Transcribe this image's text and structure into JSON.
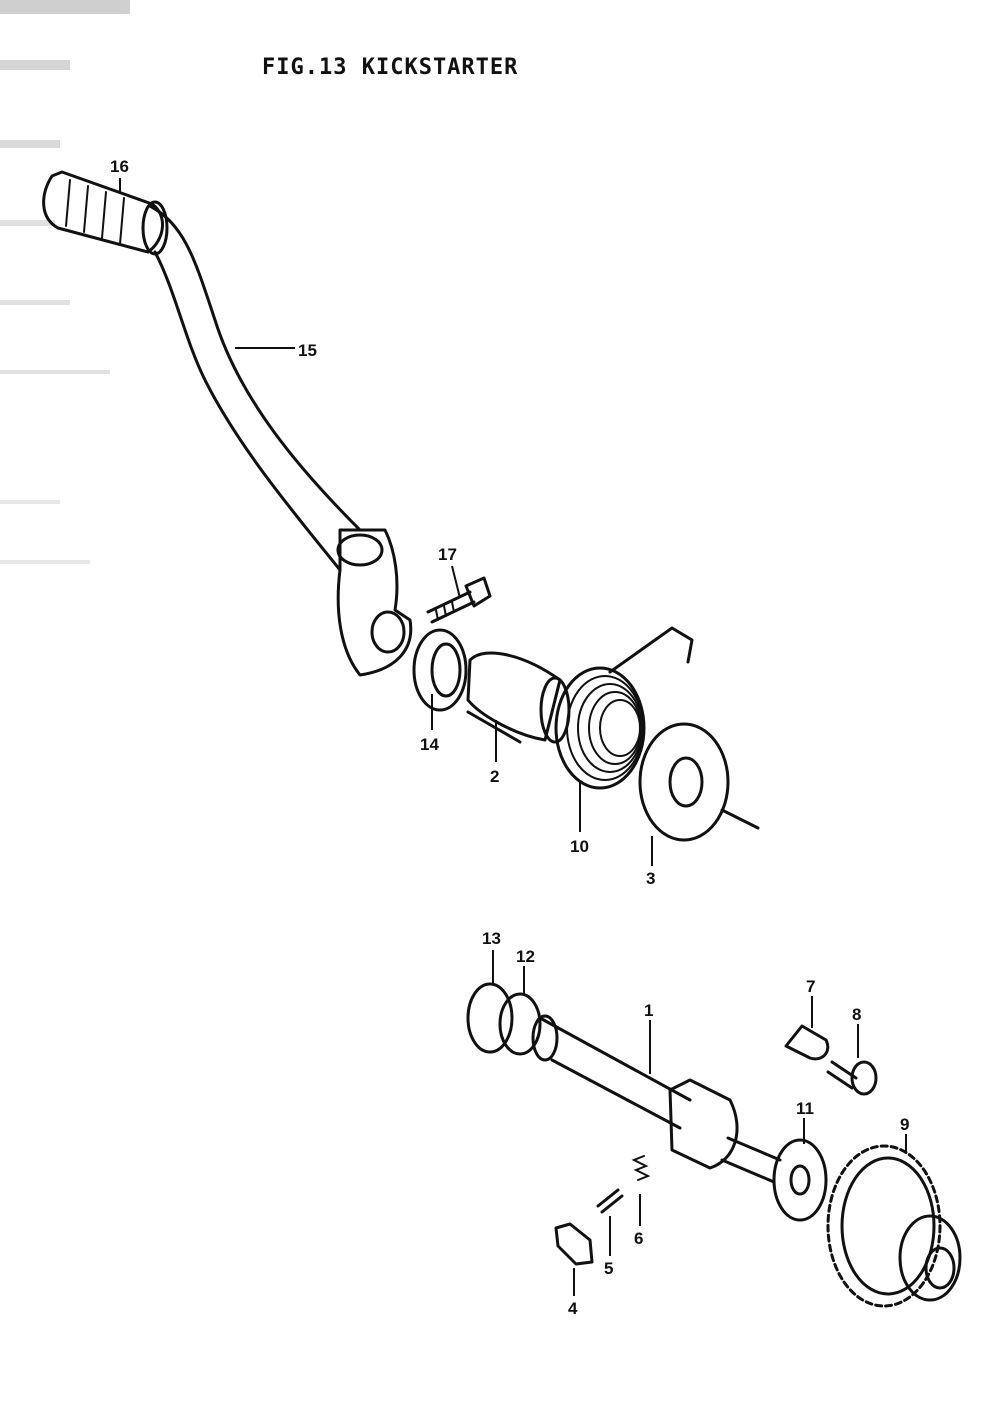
{
  "figure": {
    "title": "FIG.13 KICKSTARTER"
  },
  "callouts": [
    {
      "id": "16",
      "text": "16"
    },
    {
      "id": "15",
      "text": "15"
    },
    {
      "id": "17",
      "text": "17"
    },
    {
      "id": "14",
      "text": "14"
    },
    {
      "id": "2",
      "text": "2"
    },
    {
      "id": "10",
      "text": "10"
    },
    {
      "id": "3",
      "text": "3"
    },
    {
      "id": "13",
      "text": "13"
    },
    {
      "id": "12",
      "text": "12"
    },
    {
      "id": "1",
      "text": "1"
    },
    {
      "id": "7",
      "text": "7"
    },
    {
      "id": "8",
      "text": "8"
    },
    {
      "id": "11",
      "text": "11"
    },
    {
      "id": "9",
      "text": "9"
    },
    {
      "id": "6",
      "text": "6"
    },
    {
      "id": "5",
      "text": "5"
    },
    {
      "id": "4",
      "text": "4"
    }
  ]
}
